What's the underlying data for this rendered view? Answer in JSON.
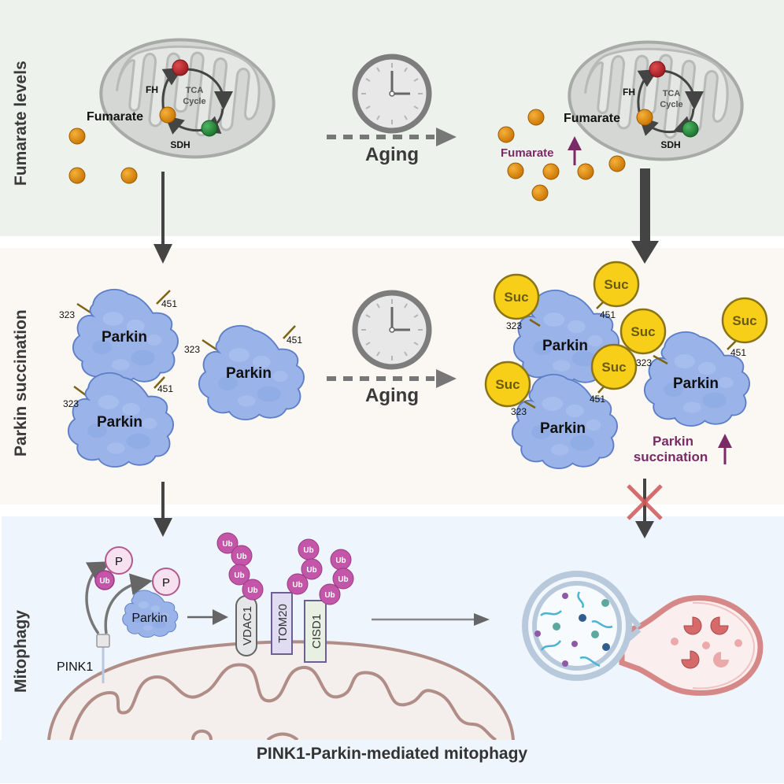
{
  "panels": {
    "top": {
      "side_label": "Fumarate levels",
      "bg": "#edf3ec"
    },
    "middle": {
      "side_label": "Parkin succination",
      "bg": "#fbf7f3"
    },
    "bottom": {
      "side_label": "Mitophagy",
      "bg": "#eef5fc",
      "caption": "PINK1-Parkin-mediated mitophagy"
    }
  },
  "mitochondrion_left": {
    "fh_label": "FH",
    "tca_line1": "TCA",
    "tca_line2": "Cycle",
    "fumarate_label": "Fumarate",
    "sdh_label": "SDH"
  },
  "mitochondrion_right": {
    "fh_label": "FH",
    "tca_line1": "TCA",
    "tca_line2": "Cycle",
    "fumarate_label": "Fumarate",
    "sdh_label": "SDH"
  },
  "aging_top": {
    "label": "Aging"
  },
  "aging_middle": {
    "label": "Aging"
  },
  "fumarate_increase": {
    "label": "Fumarate",
    "direction": "up"
  },
  "parkin_left": [
    {
      "label": "Parkin",
      "site_a": "323",
      "site_b": "451"
    },
    {
      "label": "Parkin",
      "site_a": "323",
      "site_b": "451"
    },
    {
      "label": "Parkin",
      "site_a": "323",
      "site_b": "451"
    }
  ],
  "parkin_right": [
    {
      "label": "Parkin",
      "site_a": "323",
      "site_b": "451"
    },
    {
      "label": "Parkin",
      "site_a": "323",
      "site_b": "451"
    },
    {
      "label": "Parkin",
      "site_a": "323",
      "site_b": "451"
    }
  ],
  "succinate_label": "Suc",
  "succination_increase": {
    "line1": "Parkin",
    "line2": "succination",
    "direction": "up"
  },
  "mitophagy": {
    "phospho_label": "P",
    "ubiquitin_label": "Ub",
    "parkin_label": "Parkin",
    "pink1_label": "PINK1",
    "proteins": [
      "VDAC1",
      "TOM20",
      "CISD1"
    ]
  },
  "colors": {
    "fumarate_orange": "#e08a0c",
    "tca_red": "#b8262e",
    "tca_green": "#2b8a3e",
    "parkin_blue": "#92aee6",
    "succinate_yellow": "#f7cf18",
    "ubiquitin_magenta": "#c356a8",
    "accent_purple": "#7a2a64",
    "block_red": "#cf5656"
  }
}
